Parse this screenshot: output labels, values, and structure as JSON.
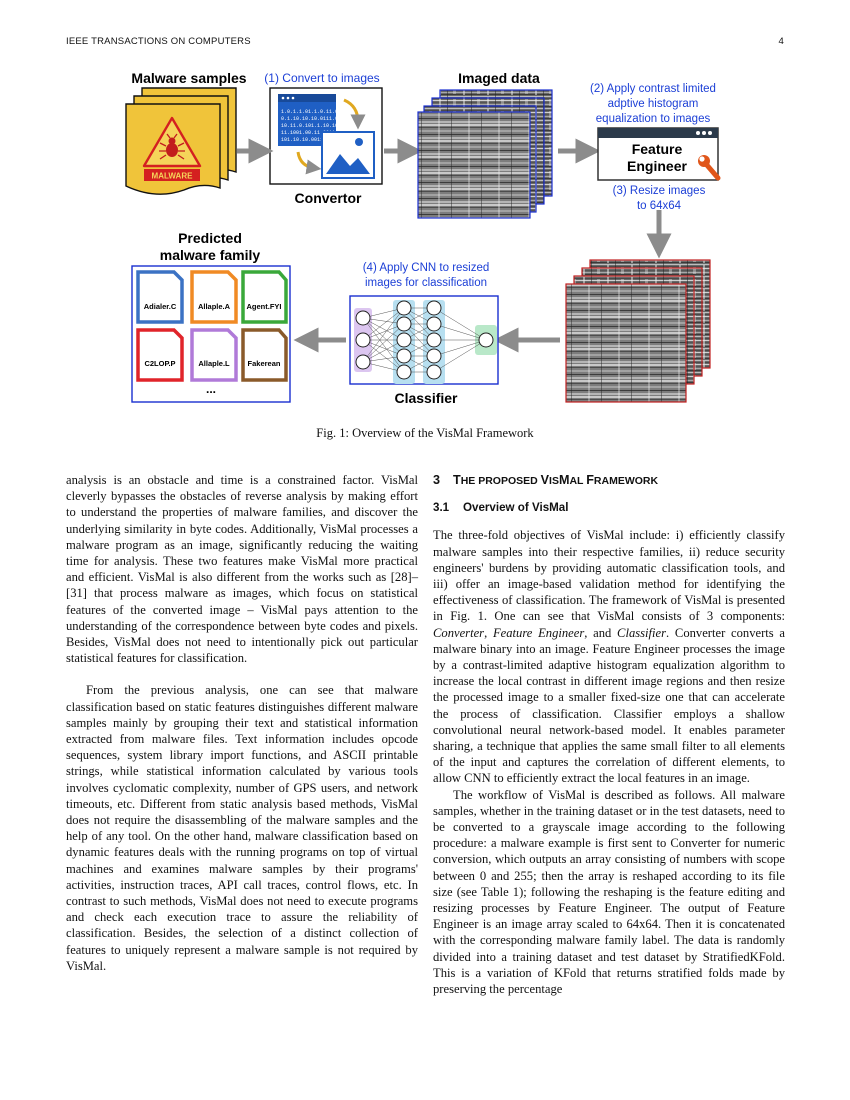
{
  "header": {
    "left": "IEEE TRANSACTIONS ON COMPUTERS",
    "page_number": "4"
  },
  "figure": {
    "malware_samples_title": "Malware samples",
    "malware_badge": "MALWARE",
    "step1": "(1) Convert to images",
    "binary_lines": [
      "1.0.1.1.01.1.0.11.010",
      "0.1.10.10.10.0111.00",
      "10.11.0.101.1.10.101",
      "11.1001.00.11.0011",
      "101.10.10.0011"
    ],
    "convertor_label": "Convertor",
    "imaged_data_title": "Imaged data",
    "step2_lines": [
      "(2) Apply contrast limited",
      "adptive histogram",
      "equalization to images"
    ],
    "feature_engineer_lines": [
      "Feature",
      "Engineer"
    ],
    "step3_lines": [
      "(3) Resize images",
      "to 64x64"
    ],
    "predicted_title_lines": [
      "Predicted",
      "malware family"
    ],
    "families": [
      "Adialer.C",
      "Allaple.A",
      "Agent.FYI",
      "C2LOP.P",
      "Allaple.L",
      "Fakerean"
    ],
    "family_more": "...",
    "step4_lines": [
      "(4) Apply CNN to resized",
      "images for classification"
    ],
    "classifier_label": "Classifier",
    "colors": {
      "step_text": "#1c3fd6",
      "malware_yellow": "#f0c43a",
      "family_borders": [
        "#3b72c4",
        "#f08a24",
        "#3aa83a",
        "#e0242a",
        "#b07ad8",
        "#8a5a2a"
      ]
    }
  },
  "caption": "Fig. 1: Overview of the VisMal Framework",
  "left_column": {
    "para1": "analysis is an obstacle and time is a constrained factor. VisMal cleverly bypasses the obstacles of reverse analysis by making effort to understand the properties of malware families, and discover the underlying similarity in byte codes. Additionally, VisMal processes a malware program as an image, significantly reducing the waiting time for analysis. These two features make VisMal more practical and efficient. VisMal is also different from the works such as [28]–[31] that process malware as images, which focus on statistical features of the converted image – VisMal pays attention to the understanding of the correspondence between byte codes and pixels. Besides, VisMal does not need to intentionally pick out particular statistical features for classification.",
    "para2": "From the previous analysis, one can see that malware classification based on static features distinguishes different malware samples mainly by grouping their text and statistical information extracted from malware files. Text information includes opcode sequences, system library import functions, and ASCII printable strings, while statistical information calculated by various tools involves cyclomatic complexity, number of GPS users, and network timeouts, etc. Different from static analysis based methods, VisMal does not require the disassembling of the malware samples and the help of any tool. On the other hand, malware classification based on dynamic features deals with the running programs on top of virtual machines and examines malware samples by their programs' activities, instruction traces, API call traces, control flows, etc. In contrast to such methods, VisMal does not need to execute programs and check each execution trace to assure the reliability of classification. Besides, the selection of a distinct collection of features to uniquely represent a malware sample is not required by VisMal."
  },
  "right_column": {
    "section_number": "3",
    "section_title_first": "T",
    "section_title_sc": "HE PROPOSED ",
    "section_title_vis": "V",
    "section_title_sc2": "IS",
    "section_title_m": "M",
    "section_title_sc3": "AL ",
    "section_title_f": "F",
    "section_title_sc4": "RAMEWORK",
    "subsection_number": "3.1",
    "subsection_title": "Overview of VisMal",
    "para1_a": "The three-fold objectives of VisMal include: i) efficiently classify malware samples into their respective families, ii) reduce security engineers' burdens by providing automatic classification tools, and iii) offer an image-based validation method for identifying the effectiveness of classification. The framework of VisMal is presented in Fig. 1. One can see that VisMal consists of 3 components: ",
    "comp1": "Converter",
    "sep1": ", ",
    "comp2": "Feature Engineer",
    "sep2": ", and ",
    "comp3": "Classifier",
    "para1_b": ". Converter converts a malware binary into an image. Feature Engineer processes the image by a contrast-limited adaptive histogram equalization algorithm to increase the local contrast in different image regions and then resize the processed image to a smaller fixed-size one that can accelerate the process of classification. Classifier employs a shallow convolutional neural network-based model. It enables parameter sharing, a technique that applies the same small filter to all elements of the input and captures the correlation of different elements, to allow CNN to efficiently extract the local features in an image.",
    "para2": "The workflow of VisMal is described as follows. All malware samples, whether in the training dataset or in the test datasets, need to be converted to a grayscale image according to the following procedure: a malware example is first sent to Converter for numeric conversion, which outputs an array consisting of numbers with scope between 0 and 255; then the array is reshaped according to its file size (see Table 1); following the reshaping is the feature editing and resizing processes by Feature Engineer. The output of Feature Engineer is an image array scaled to 64x64. Then it is concatenated with the corresponding malware family label. The data is randomly divided into a training dataset and test dataset by StratifiedKFold. This is a variation of KFold that returns stratified folds made by preserving the percentage"
  }
}
